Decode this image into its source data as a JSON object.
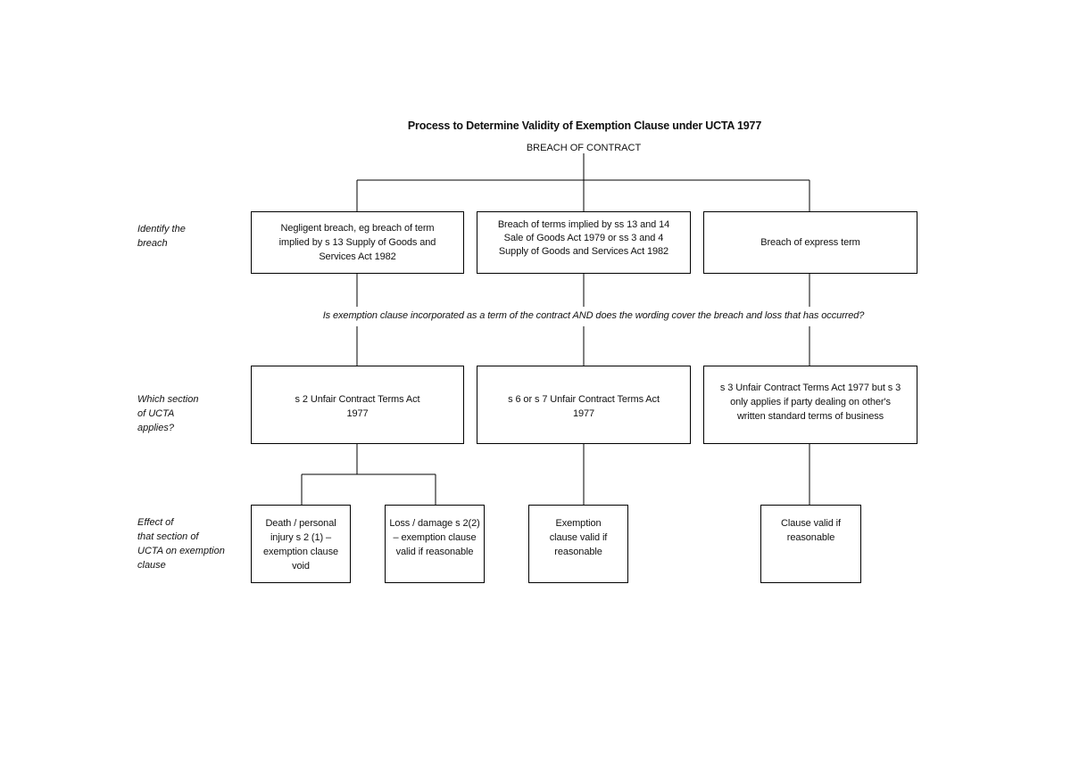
{
  "diagram": {
    "title": "Process to Determine Validity of Exemption Clause under UCTA 1977",
    "root": "BREACH OF CONTRACT",
    "row_labels": {
      "identify": "Identify the\nbreach",
      "which_section": "Which section\nof UCTA\napplies?",
      "effect": "Effect of\nthat section of\nUCTA on exemption\nclause"
    },
    "breach_boxes": [
      "Negligent breach, eg breach of term implied by s 13 Supply of Goods and Services Act 1982",
      "Breach of terms implied by  ss 13 and 14 Sale of Goods Act 1979 or ss 3 and 4 Supply of Goods and Services Act 1982",
      "Breach of express term"
    ],
    "question": "Is exemption clause incorporated as a term of the contract AND does the wording cover the breach and loss that has occurred?",
    "section_boxes": [
      "s 2 Unfair Contract Terms Act 1977",
      "s 6 or s 7 Unfair Contract Terms Act 1977",
      "s 3 Unfair Contract Terms Act 1977 but s 3 only applies if party dealing on other's written standard terms of business"
    ],
    "effect_boxes": [
      "Death / personal injury s  2 (1) – exemption clause void",
      "Loss / damage s 2(2) – exemption clause valid if reasonable",
      "Exemption clause valid if reasonable",
      "Clause valid if reasonable"
    ]
  }
}
